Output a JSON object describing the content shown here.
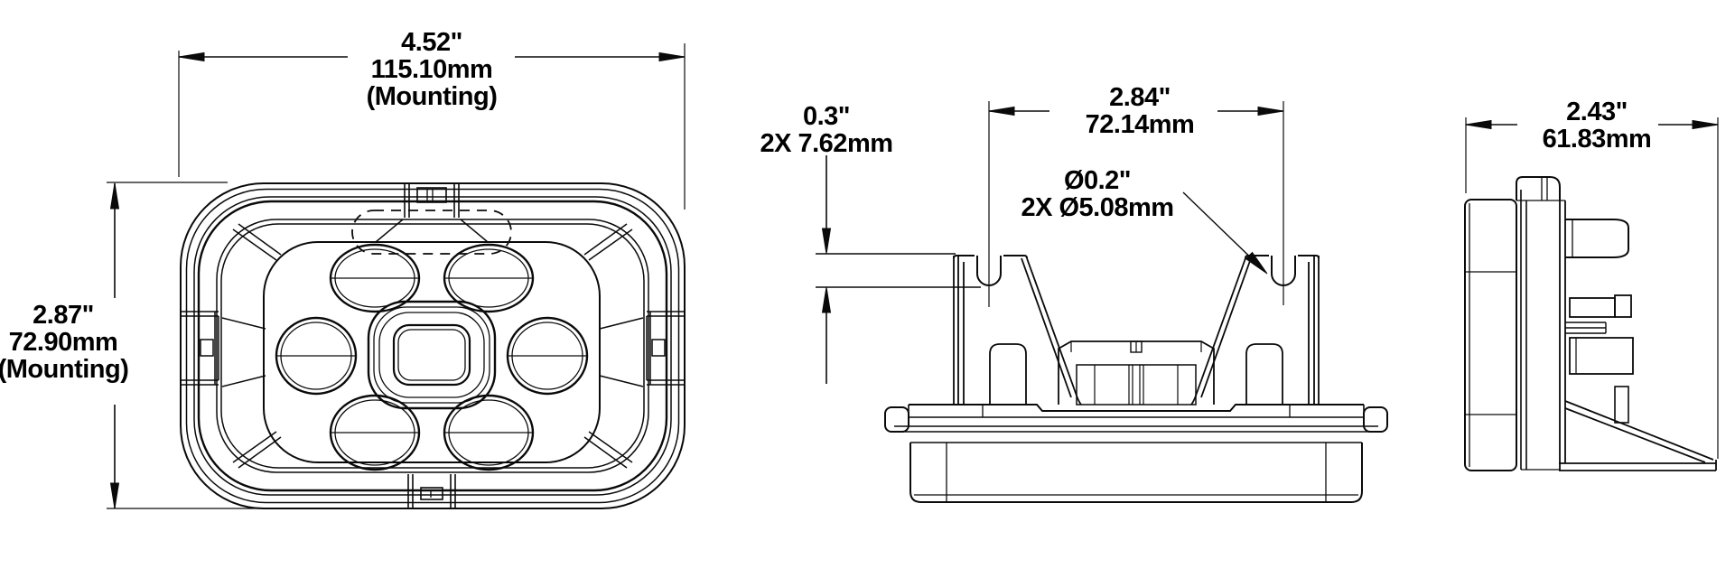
{
  "colors": {
    "background": "#ffffff",
    "line": "#0a0a0a",
    "text": "#000000"
  },
  "dimensions": {
    "front_width": {
      "inches": "4.52\"",
      "mm": "115.10mm",
      "note": "(Mounting)"
    },
    "front_height": {
      "inches": "2.87\"",
      "mm": "72.90mm",
      "note": "(Mounting)"
    },
    "slot_depth": {
      "inches": "0.3\"",
      "mm": "2X 7.62mm"
    },
    "slot_spacing": {
      "inches": "2.84\"",
      "mm": "72.14mm"
    },
    "hole_diameter": {
      "inches": "Ø0.2\"",
      "mm": "2X Ø5.08mm"
    },
    "depth": {
      "inches": "2.43\"",
      "mm": "61.83mm"
    }
  }
}
